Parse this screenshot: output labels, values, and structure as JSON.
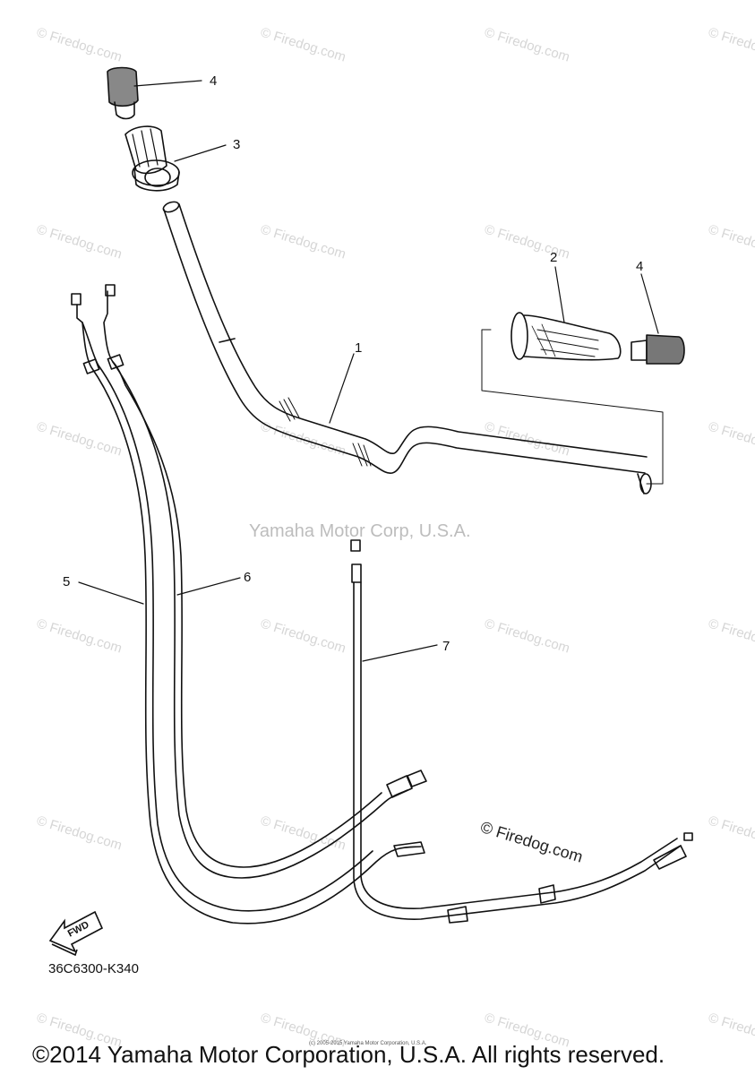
{
  "watermark": {
    "repeat_text": "© Firedog.com",
    "corp_text": "Yamaha Motor Corp, U.S.A.",
    "corner_text": "© Firedog.com"
  },
  "callouts": [
    "1",
    "2",
    "3",
    "4",
    "4",
    "5",
    "6",
    "7"
  ],
  "fwd_label": "FWD",
  "part_number": "36C6300-K340",
  "small_notice": "(c) 2005-2015 Yamaha Motor Corporation, U.S.A.",
  "footer": {
    "copyright": "©2014 Yamaha Motor Corporation, U.S.A. All rights reserved."
  }
}
